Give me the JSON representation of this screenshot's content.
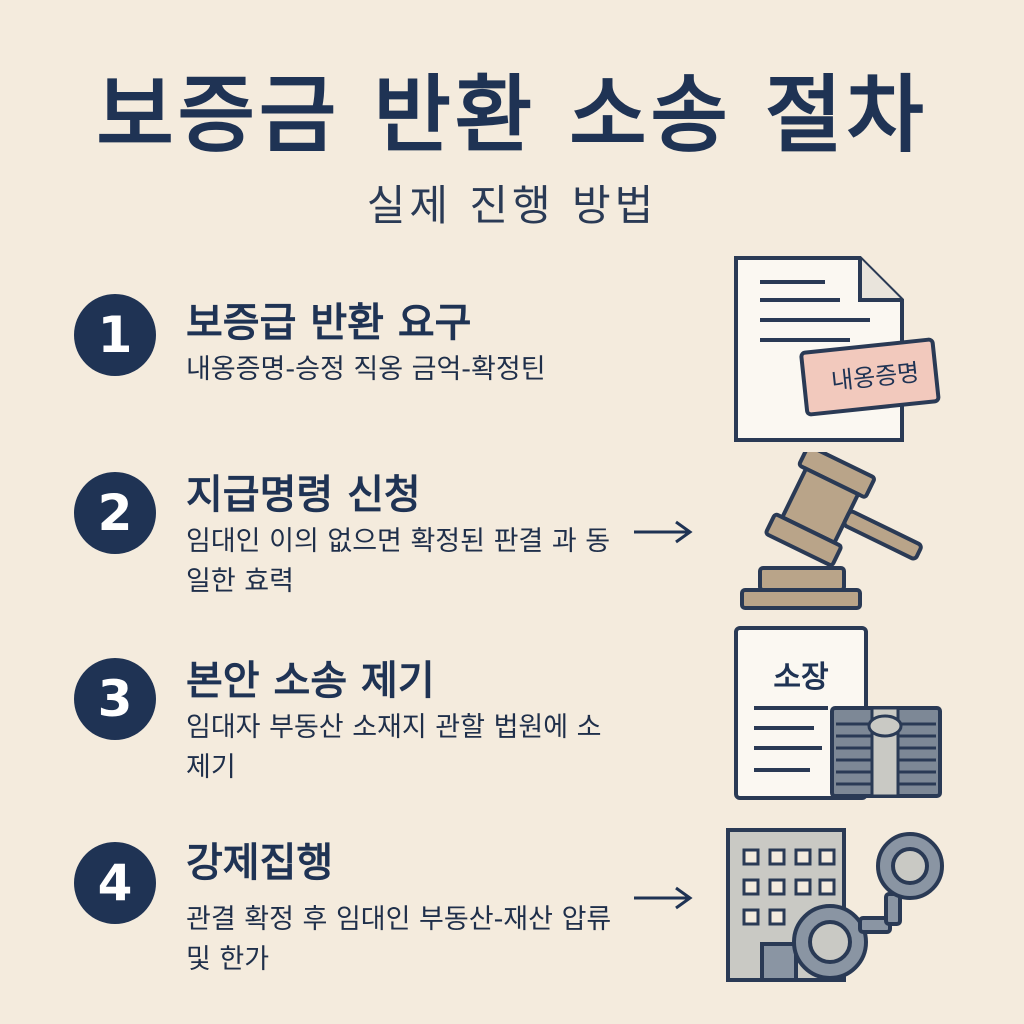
{
  "title": "보증금 반환 소송 절차",
  "subtitle": "실제 진행 방법",
  "steps": [
    {
      "number": "1",
      "title": "보증급 반환 요구",
      "desc": "내옹증명-승정 직옹 금억-확정틴",
      "icon": "certified-document-icon",
      "stamp": "내옹증명"
    },
    {
      "number": "2",
      "title": "지급명령 신청",
      "desc": "임대인 이의 없으면 확정된 판결 과 동일한 효력",
      "icon": "gavel-icon"
    },
    {
      "number": "3",
      "title": "본안 소송 제기",
      "desc": "임대자 부동산 소재지 관할 법원에 소 제기",
      "icon": "complaint-money-icon",
      "doc_label": "소장"
    },
    {
      "number": "4",
      "title": "강제집행",
      "desc": "관결 확정 후 임대인 부동산-재산 압류 및 한가",
      "icon": "building-handcuffs-icon"
    }
  ],
  "colors": {
    "background": "#f4ebdd",
    "navy": "#1f3354",
    "gavel": "#b9a489",
    "stamp": "#f2c9bd"
  }
}
